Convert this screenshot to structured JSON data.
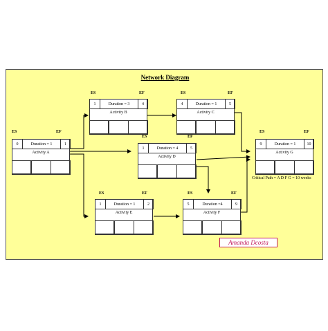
{
  "diagram": {
    "title": "Network Diagram",
    "es_label": "ES",
    "ef_label": "EF",
    "critical_path": "Critical Path = A D F G = 10 weeks",
    "signature": "Amanda Dcosta",
    "activities": [
      {
        "name": "Activity A",
        "es": "0",
        "duration": "Duration = 1",
        "ef": "1"
      },
      {
        "name": "Activity B",
        "es": "1",
        "duration": "Duration = 3",
        "ef": "4"
      },
      {
        "name": "Activity C",
        "es": "4",
        "duration": "Duration = 1",
        "ef": "5"
      },
      {
        "name": "Activity D",
        "es": "1",
        "duration": "Duration = 4",
        "ef": "5"
      },
      {
        "name": "Activity  E",
        "es": "1",
        "duration": "Duration = 1",
        "ef": "2"
      },
      {
        "name": "Activity  F",
        "es": "5",
        "duration": "Duration =4",
        "ef": "9"
      },
      {
        "name": "Activity  G",
        "es": "9",
        "duration": "Duration = 1",
        "ef": "10"
      }
    ]
  }
}
